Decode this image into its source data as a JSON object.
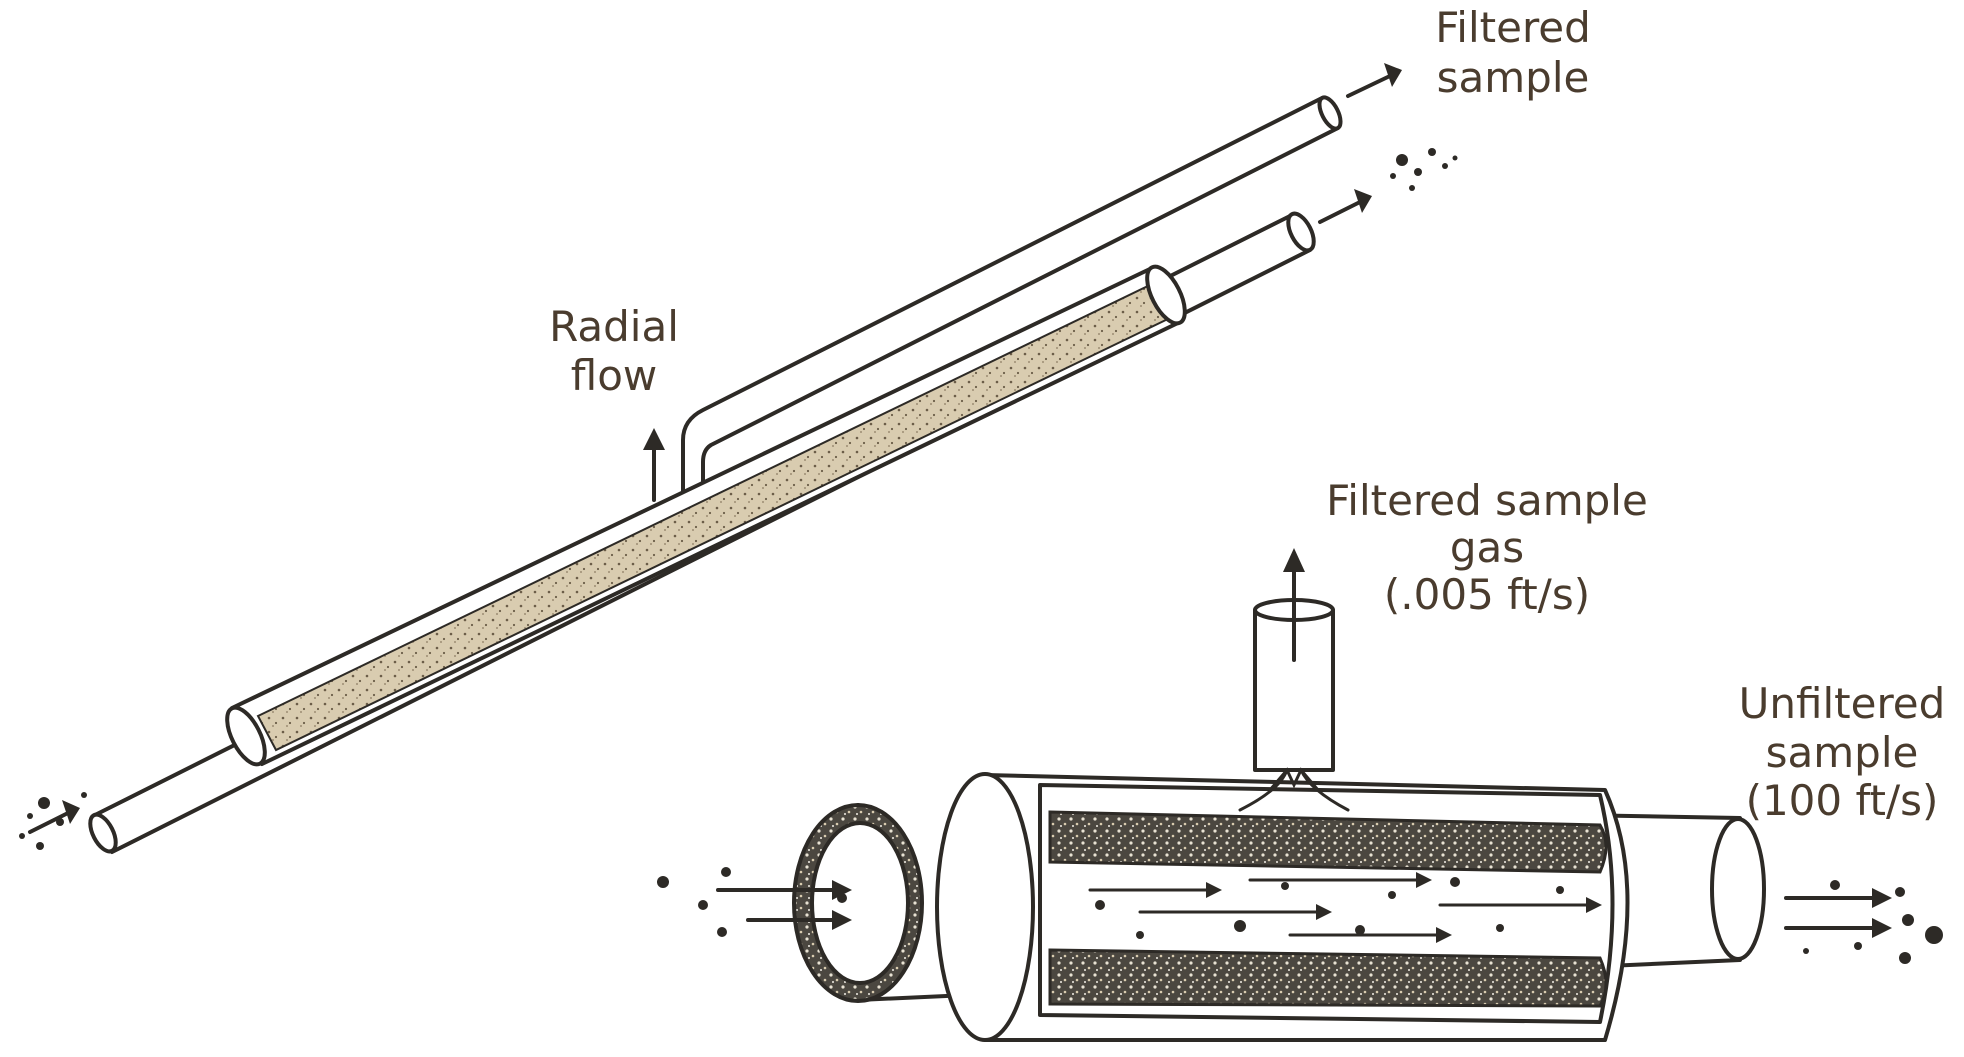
{
  "labels": {
    "top_filtered_line1": "Filtered",
    "top_filtered_line2": "sample",
    "radial_line1": "Radial",
    "radial_line2": "flow",
    "gas_line1": "Filtered sample",
    "gas_line2": "gas",
    "gas_line3": "(.005 ft/s)",
    "unfiltered_line1": "Unfiltered",
    "unfiltered_line2": "sample",
    "unfiltered_line3": "(100 ft/s)"
  },
  "colors": {
    "label_text": "#4a3c2e",
    "line": "#2d2a26",
    "filter_media": "#d9ccb0",
    "filter_dark": "#4b4740",
    "background": "#ffffff"
  },
  "flow_rates": {
    "filtered_gas": ".005 ft/s",
    "unfiltered_sample": "100 ft/s"
  }
}
